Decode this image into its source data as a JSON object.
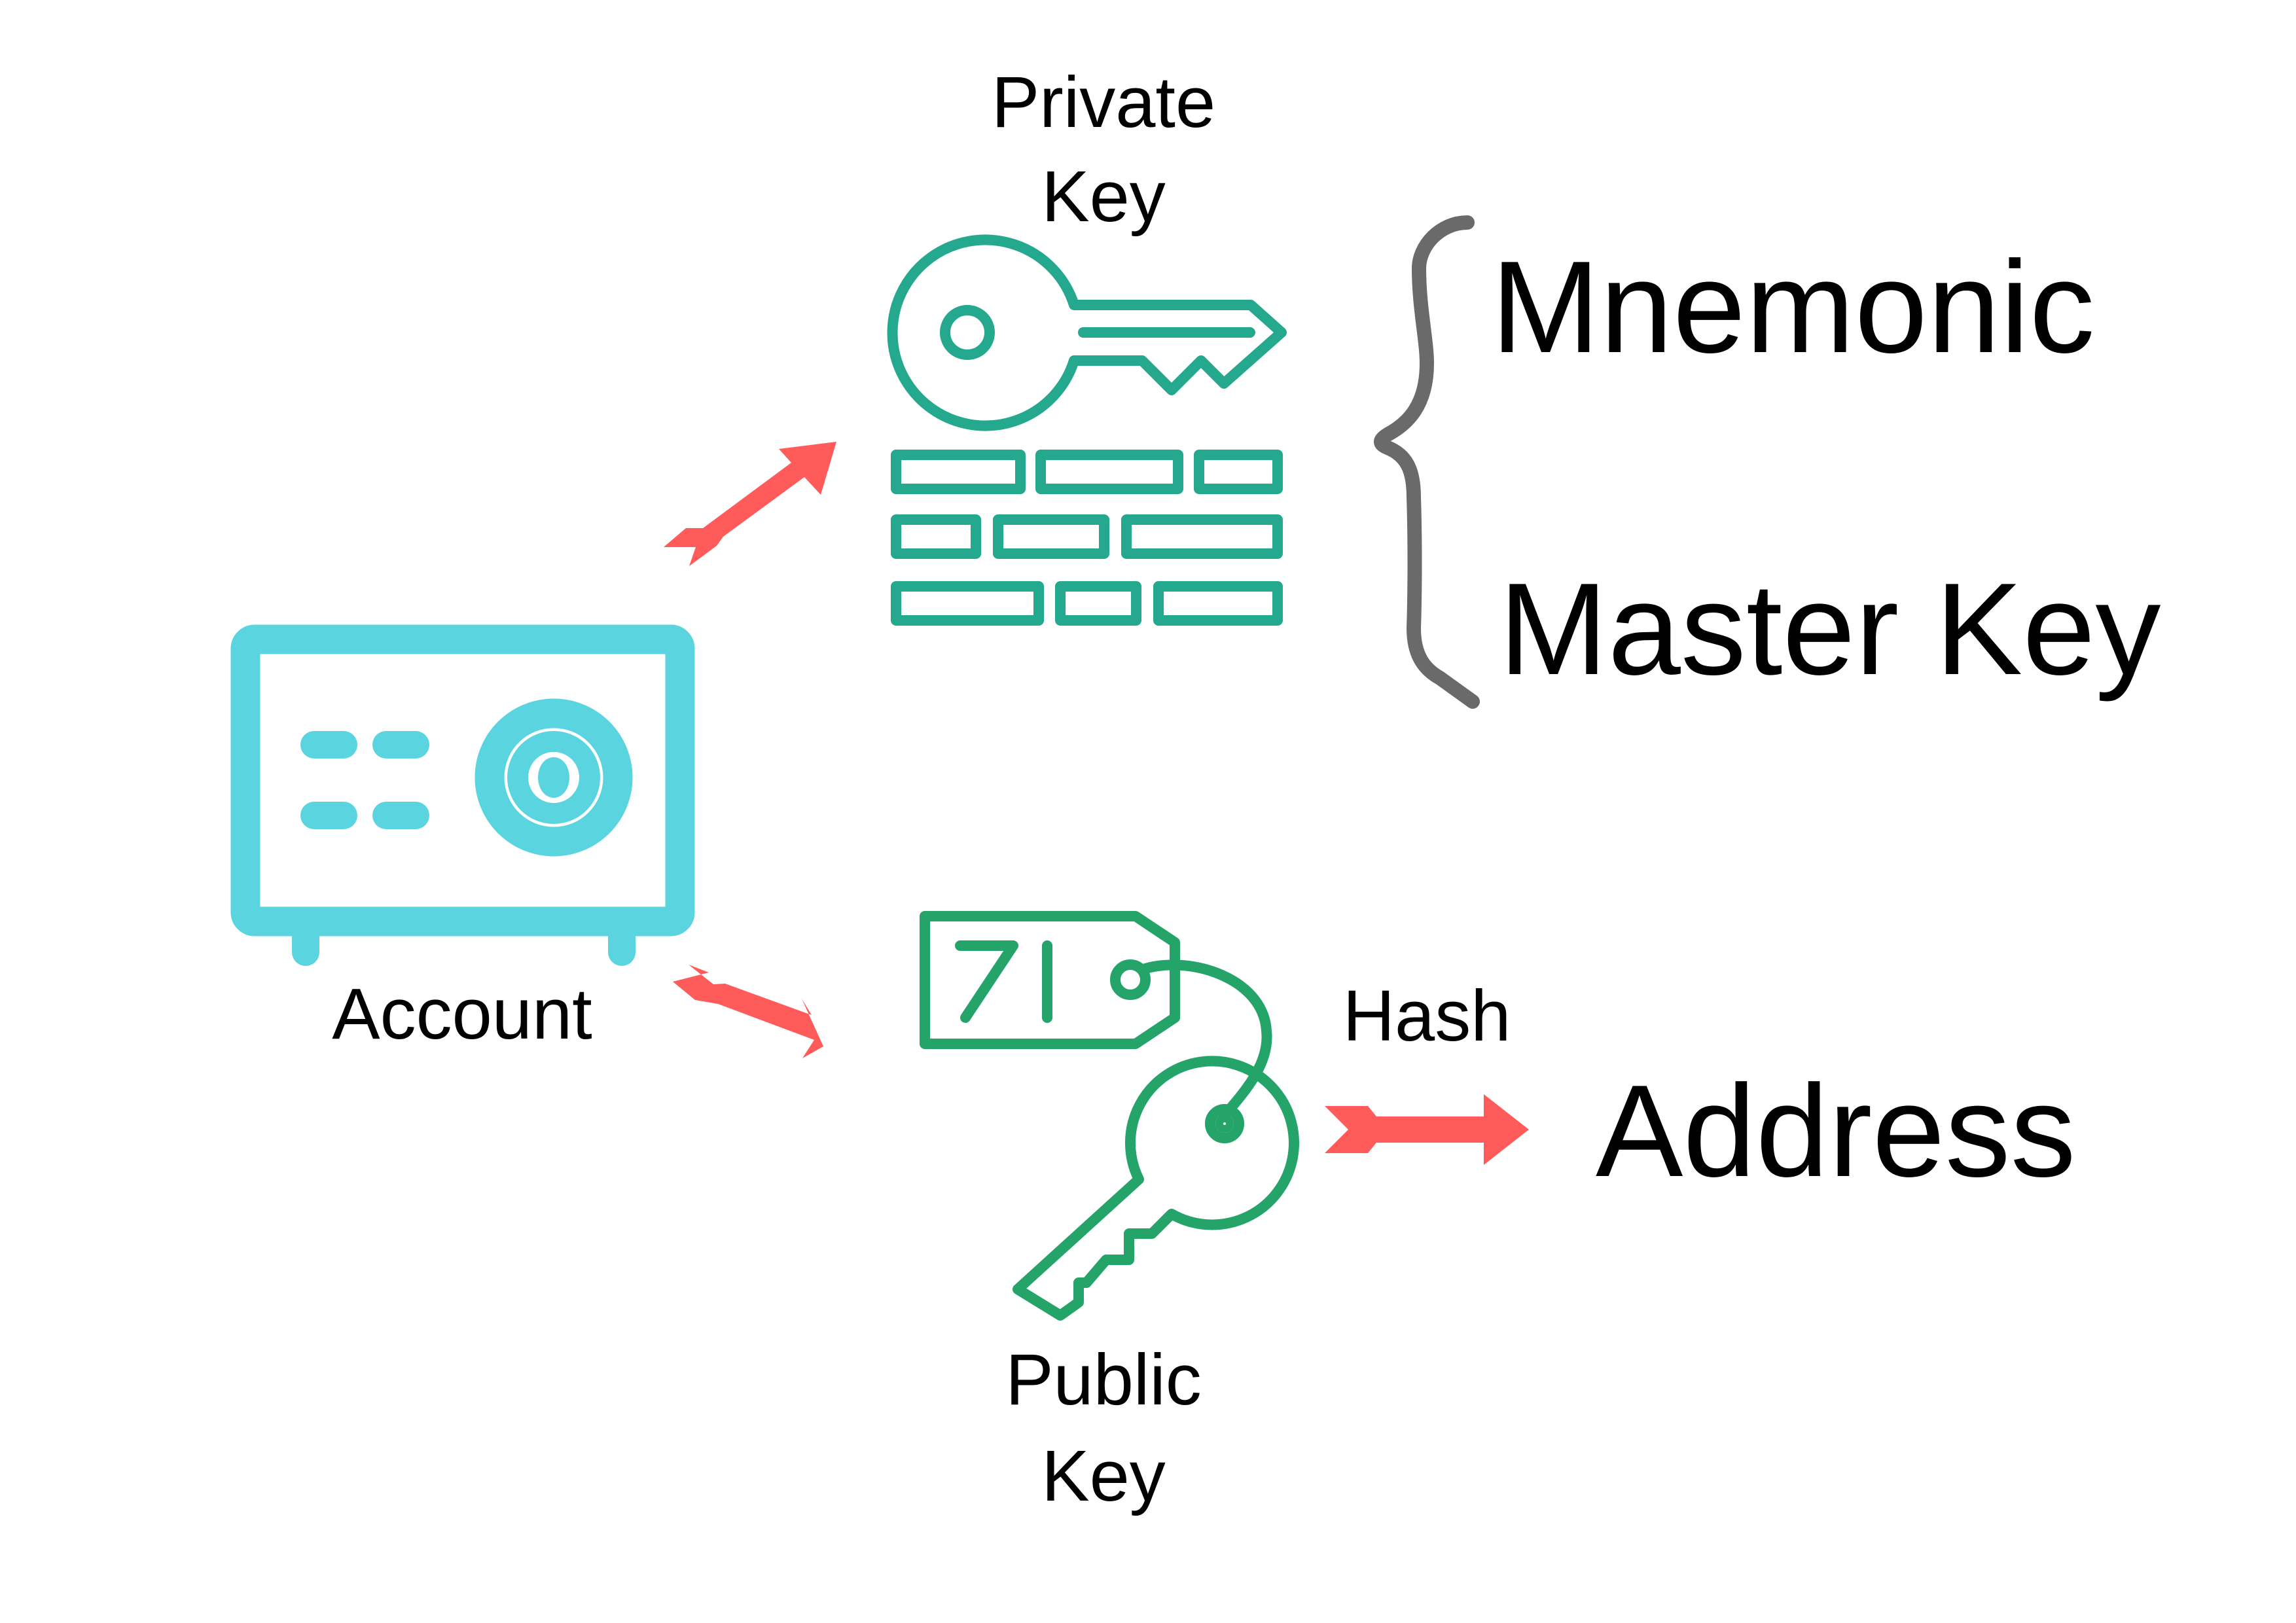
{
  "labels": {
    "private_key_line1": "Private",
    "private_key_line2": "Key",
    "mnemonic": "Mnemonic",
    "master_key": "Master Key",
    "account": "Account",
    "hash": "Hash",
    "address": "Address",
    "public_key_line1": "Public",
    "public_key_line2": "Key",
    "tag_text": "7I"
  },
  "colors": {
    "safe": "#5AD5E0",
    "private_key": "#24A98F",
    "public_key": "#25A46A",
    "arrow": "#FF5B5B",
    "brace": "#6A6A6A",
    "text": "#000000"
  },
  "icons": {
    "account": "safe-icon",
    "private_key": "key-with-password-grid-icon",
    "public_key": "key-with-tag-icon"
  }
}
